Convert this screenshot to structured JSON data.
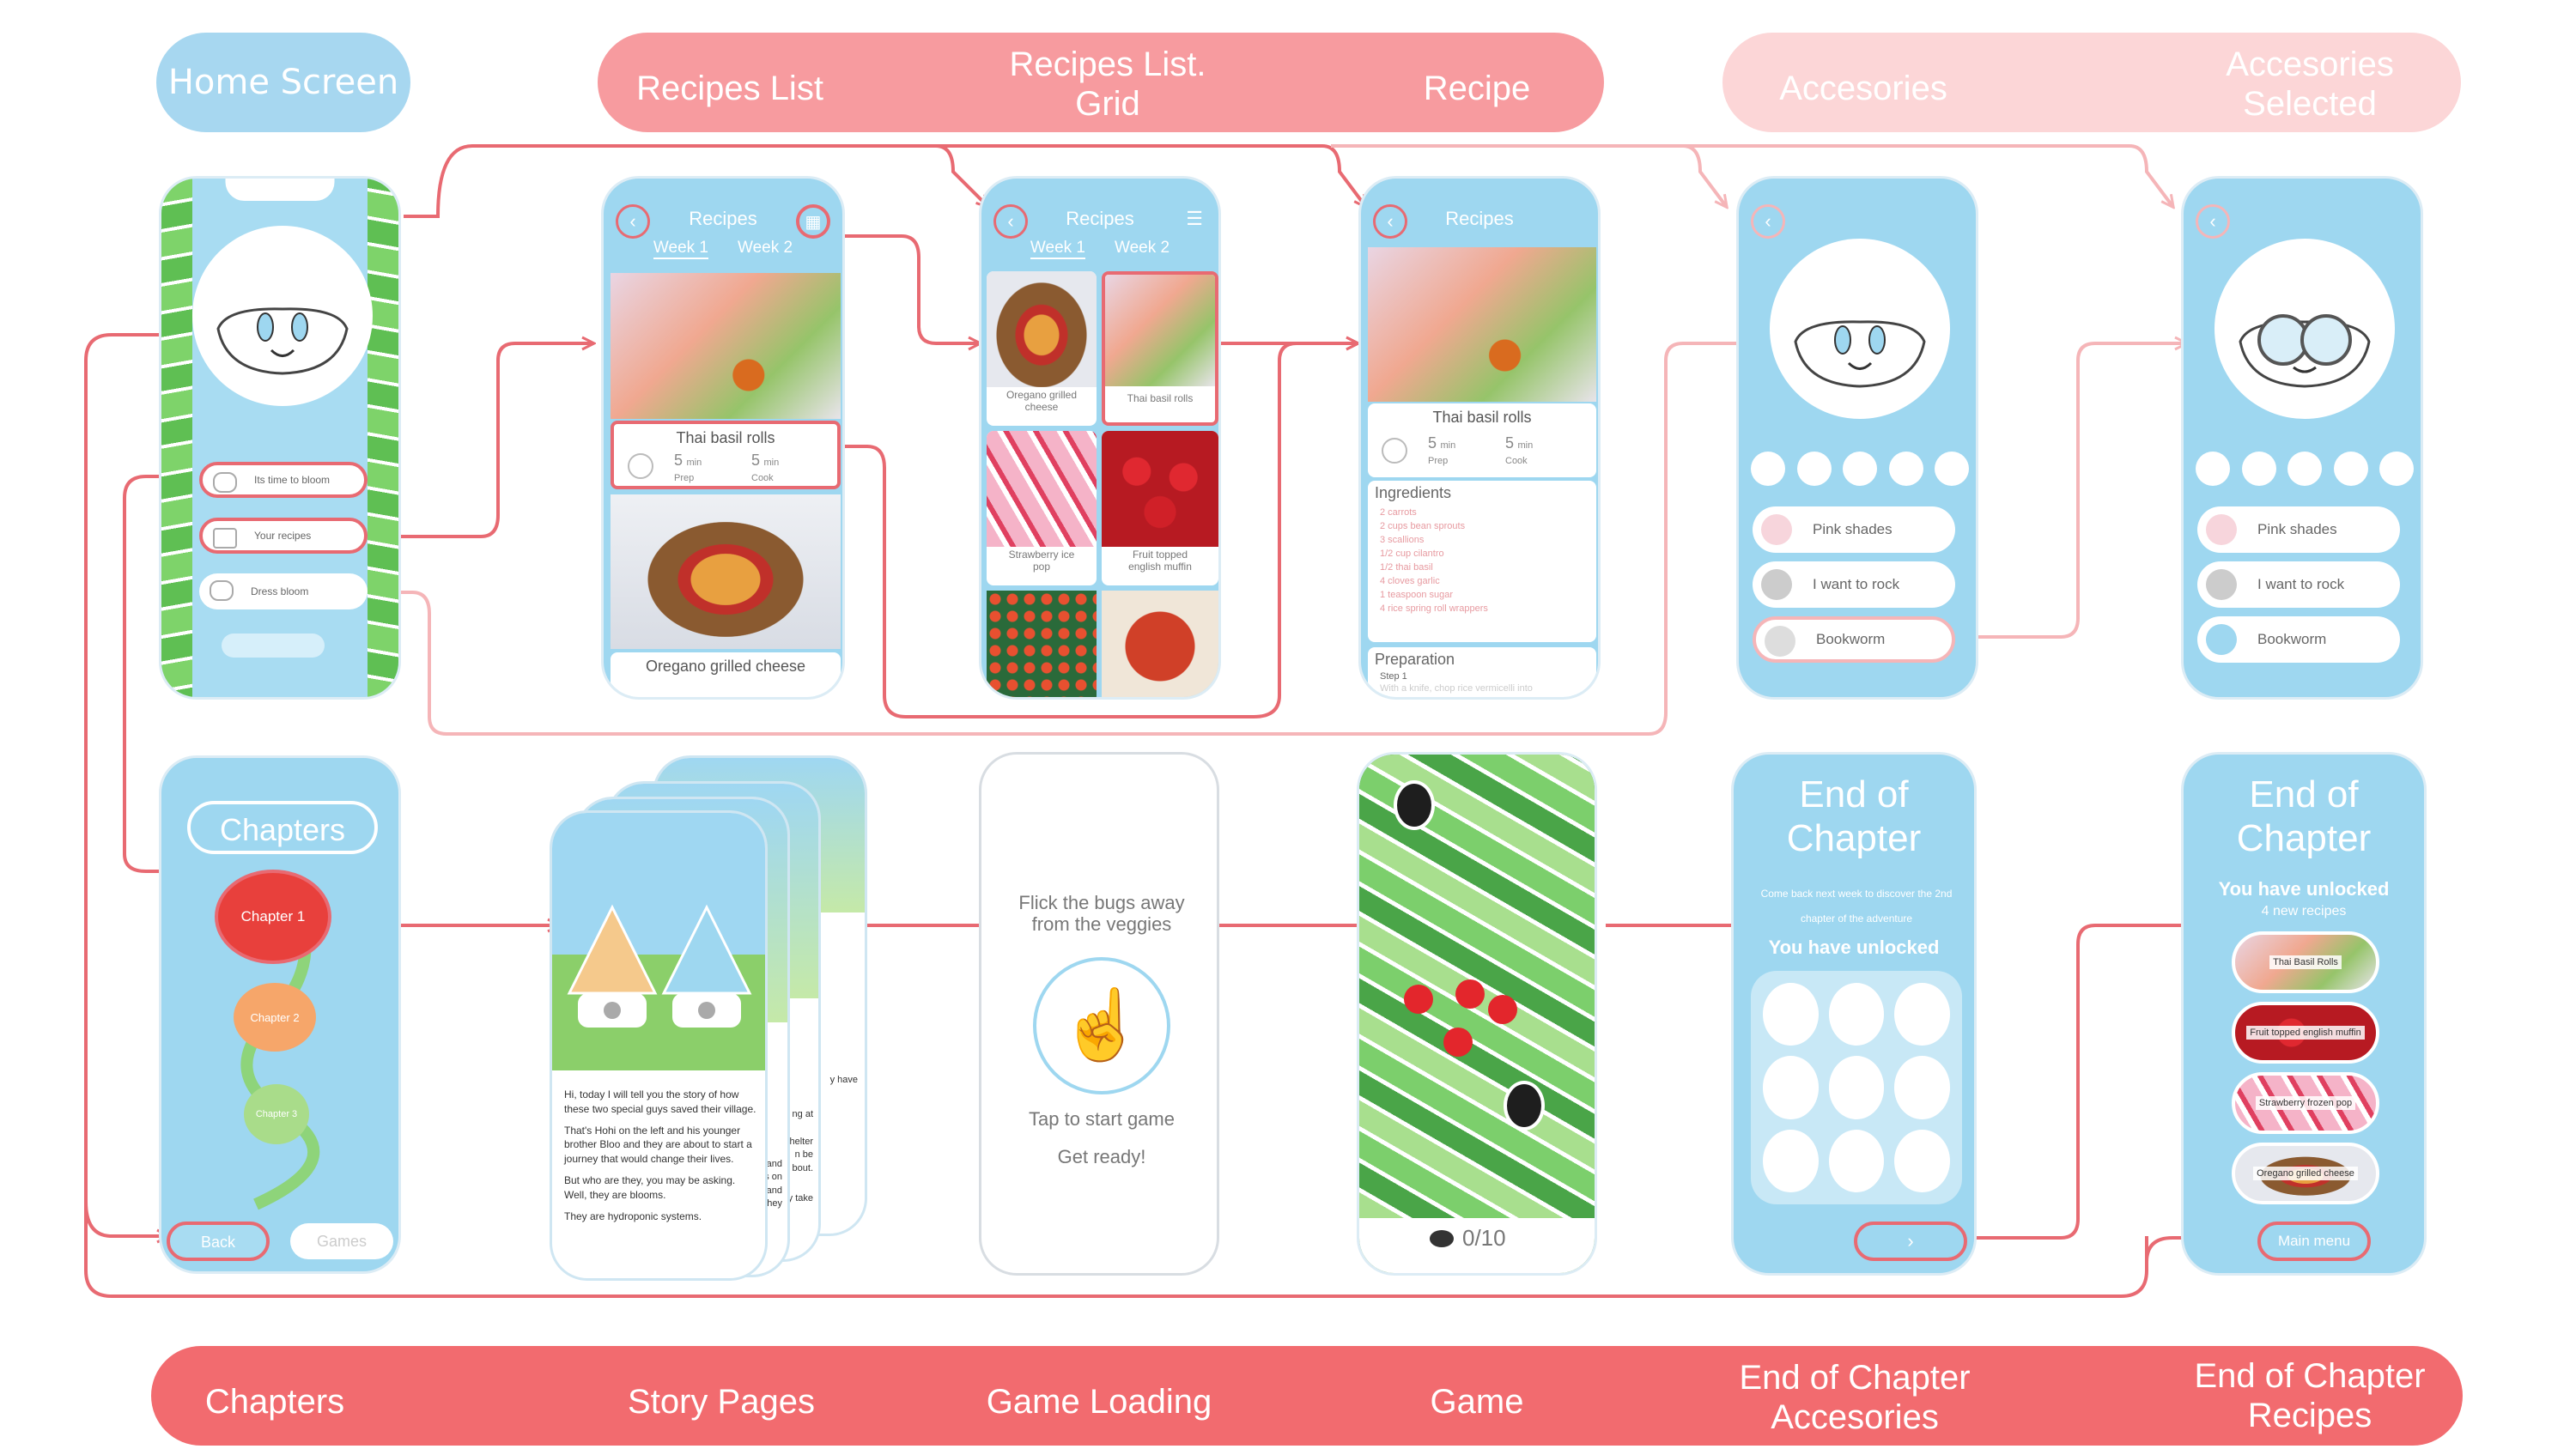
{
  "headers": {
    "home": "Home Screen",
    "recipes_list": "Recipes List",
    "recipes_grid": "Recipes List.\nGrid",
    "recipe": "Recipe",
    "accessories": "Accesories",
    "accessories_selected": "Accesories\nSelected"
  },
  "footer": {
    "chapters": "Chapters",
    "story": "Story Pages",
    "loading": "Game Loading",
    "game": "Game",
    "eoc_acc": "End of Chapter\nAccesories",
    "eoc_rec": "End of Chapter\nRecipes"
  },
  "home": {
    "btn1": "Its time to bloom",
    "btn2": "Your recipes",
    "btn3": "Dress bloom"
  },
  "recipes": {
    "title": "Recipes",
    "week1": "Week 1",
    "week2": "Week 2",
    "item1": "Thai basil rolls",
    "item2": "Oregano grilled cheese",
    "prep_num": "5",
    "prep_unit": "min",
    "prep": "Prep",
    "cook": "Cook"
  },
  "grid": {
    "c1": "Oregano grilled cheese",
    "c2": "Thai basil rolls",
    "c3": "Strawberry ice pop",
    "c4": "Fruit topped english muffin"
  },
  "recipe_detail": {
    "name": "Thai basil rolls",
    "ingredients_title": "Ingredients",
    "ingredients": [
      "2 carrots",
      "2 cups bean sprouts",
      "3 scallions",
      "1/2 cup cilantro",
      "1/2 thai basil",
      "4 cloves garlic",
      "1 teaspoon sugar",
      "4 rice spring roll wrappers"
    ],
    "prep_title": "Preparation",
    "step": "Step 1",
    "step_text": "With a knife, chop rice vermicelli into"
  },
  "accessories": {
    "o1": "Pink shades",
    "o2": "I want to rock",
    "o3": "Bookworm"
  },
  "chapters": {
    "title": "Chapters",
    "ch1": "Chapter 1",
    "ch2": "Chapter 2",
    "ch3": "Chapter 3",
    "back": "Back",
    "games": "Games"
  },
  "story": {
    "p1": "Hi, today I will tell you the story of how these two special guys saved their village.",
    "p2": "That's Hohi on the left and his younger brother Bloo and they are about to start a journey that would change their lives.",
    "p3": "But who are they, you may be asking. Well, they are blooms.",
    "p4": "They are hydroponic systems.",
    "side": "y have",
    "side2": "ng at",
    "side3": "shelter\nn be\nbout.",
    "side4": "es and\nes on\nnd and\nthey",
    "side5": "y take"
  },
  "loading": {
    "instr": "Flick the bugs away from the veggies",
    "tap": "Tap to start game",
    "ready": "Get ready!"
  },
  "game": {
    "score": "0/10"
  },
  "eoc_acc": {
    "title": "End of\nChapter",
    "msg": "Come back next week to discover the 2nd chapter of the adventure",
    "unlocked": "You have unlocked"
  },
  "eoc_rec": {
    "title": "End of\nChapter",
    "unlocked": "You have unlocked",
    "count": "4 new recipes",
    "r1": "Thai Basil Rolls",
    "r2": "Fruit topped english muffin",
    "r3": "Strawberry frozen pop",
    "r4": "Oregano grilled cheese",
    "menu": "Main menu"
  },
  "colors": {
    "red": "#f26b6f",
    "pink": "#f6a3a6",
    "lightpink": "#fbd3d4",
    "blue": "#9ed7f0",
    "arrow": "#e86a72"
  }
}
